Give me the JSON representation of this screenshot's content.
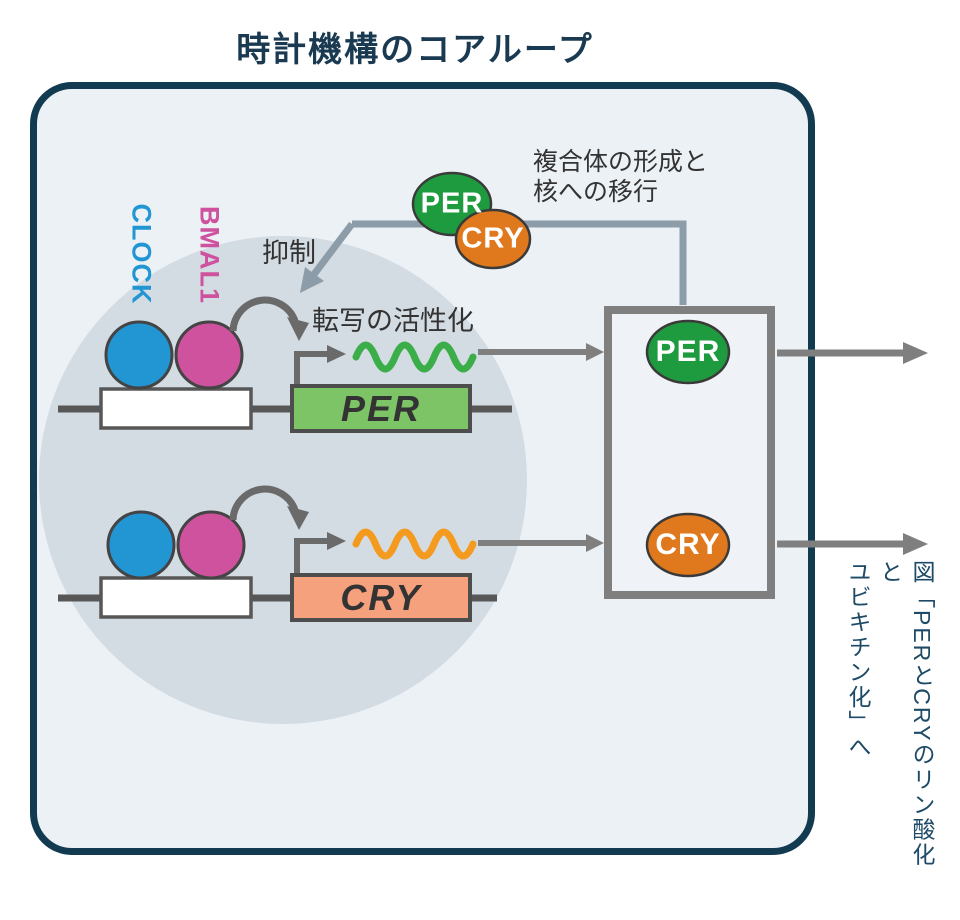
{
  "title": "時計機構のコアループ",
  "nucleus": {
    "clock_label": "CLOCK",
    "bmal1_label": "BMAL1",
    "repression_label": "抑制",
    "activation_label": "転写の活性化",
    "per_gene_label": "PER",
    "cry_gene_label": "CRY"
  },
  "complex": {
    "per_label": "PER",
    "cry_label": "CRY",
    "caption_line1": "複合体の形成と",
    "caption_line2": "核への移行"
  },
  "cytoplasm": {
    "per_label": "PER",
    "cry_label": "CRY"
  },
  "side_note": {
    "line1": "図「PERとCRYのリン酸化と",
    "line2": "ユビキチン化」へ"
  },
  "colors": {
    "frame_border": "#123B52",
    "frame_bg": "#ECF1F6",
    "nucleus_bg": "#D4DCE3",
    "clock_blue": "#2196D3",
    "bmal1_magenta": "#CE529E",
    "per_protein_green": "#1E9B3E",
    "per_gene_green": "#7CC465",
    "per_mrna_green": "#3CAE49",
    "cry_protein_orange": "#E0791D",
    "cry_gene_salmon": "#F6A17E",
    "cry_mrna_orange": "#F49A1F",
    "dna_gray": "#575757",
    "arrow_gray": "#7F7F7F",
    "arrow_dark_gray": "#6A6A6A",
    "connector_bluegray": "#8C9CA8",
    "annotation_text": "#333333",
    "title_navy": "#1A3A52",
    "note_navy": "#1D4A66"
  }
}
